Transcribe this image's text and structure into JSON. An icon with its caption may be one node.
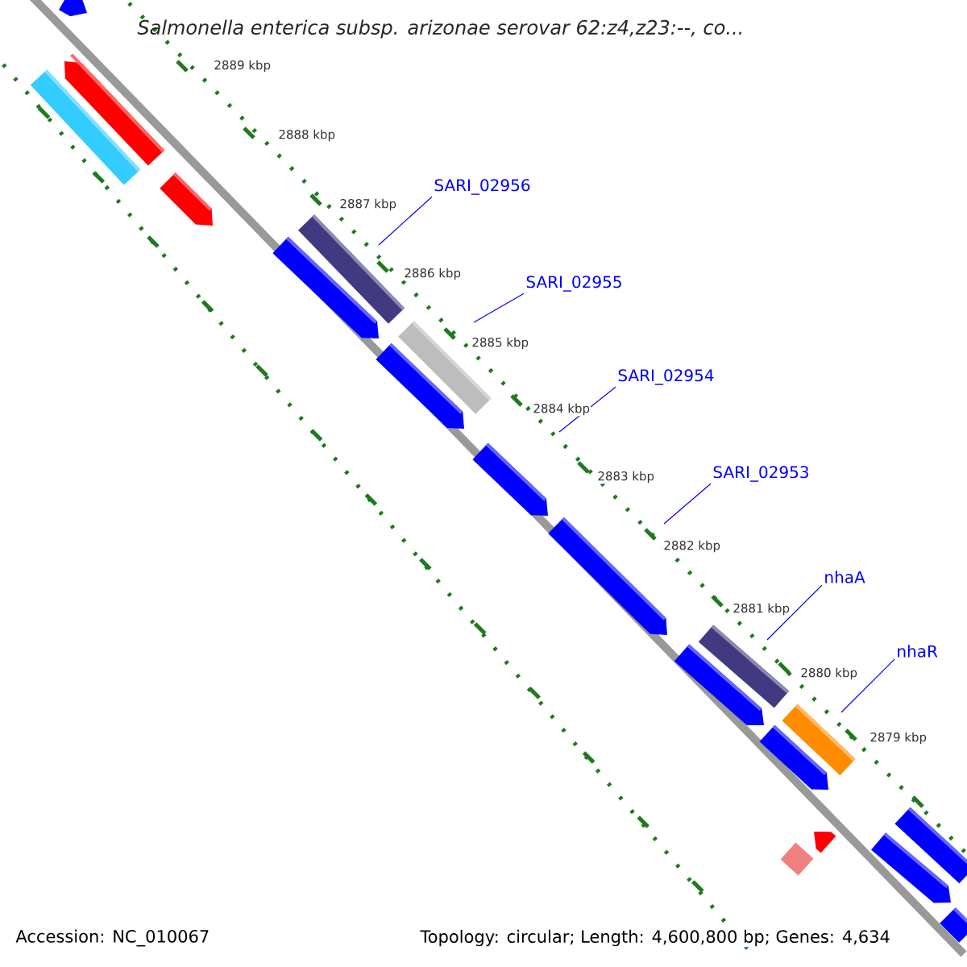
{
  "diagram": {
    "title": "Salmonella enterica subsp. arizonae serovar 62:z4,z23:--, co...",
    "nodes": [
      {
        "text": [
          "SARI_02956"
        ]
      },
      {
        "text": [
          "SARI_02955"
        ]
      },
      {
        "text": [
          "SARI_02954"
        ]
      },
      {
        "text": [
          "SARI_02953"
        ]
      },
      {
        "text": [
          "nhaA"
        ]
      },
      {
        "text": [
          "nhaR"
        ]
      }
    ],
    "edges": [
      {
        "from": 0,
        "to": null,
        "arrow": "none"
      },
      {
        "from": 1,
        "to": null,
        "arrow": "none"
      },
      {
        "from": 2,
        "to": null,
        "arrow": "none"
      },
      {
        "from": 3,
        "to": null,
        "arrow": "none"
      },
      {
        "from": 4,
        "to": null,
        "arrow": "none"
      },
      {
        "from": 5,
        "to": null,
        "arrow": "none"
      }
    ],
    "labels": [
      "2889 kbp",
      "2888 kbp",
      "2887 kbp",
      "2886 kbp",
      "2885 kbp",
      "2884 kbp",
      "2883 kbp",
      "2882 kbp",
      "2881 kbp",
      "2880 kbp",
      "2879 kbp",
      "Accession: NC_010067",
      "Topology: circular; Length: 4,600,800 bp; Genes: 4,634"
    ]
  }
}
